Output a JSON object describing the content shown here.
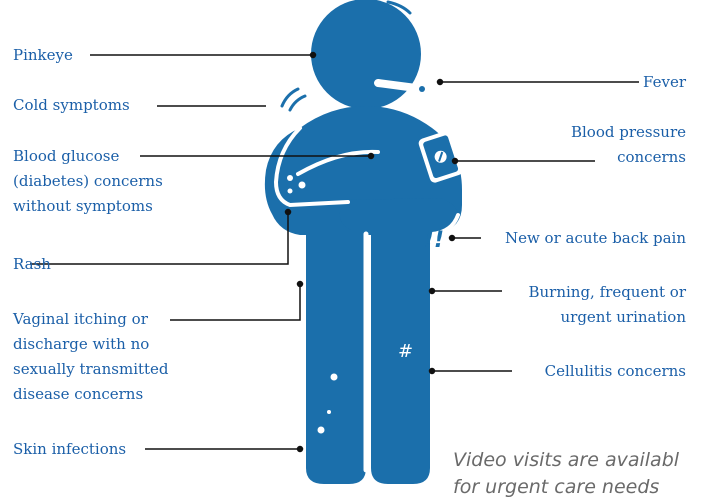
{
  "colors": {
    "figure": "#1b6fab",
    "text": "#1b5fa8",
    "line": "#111111",
    "note": "#6a6a6a"
  },
  "labels": {
    "pinkeye": "Pinkeye",
    "cold": "Cold symptoms",
    "glucose_1": "Blood glucose",
    "glucose_2": "(diabetes) concerns",
    "glucose_3": "without symptoms",
    "rash": "Rash",
    "vaginal_1": "Vaginal itching or",
    "vaginal_2": "discharge with no",
    "vaginal_3": "sexually transmitted",
    "vaginal_4": "disease concerns",
    "skin": "Skin infections",
    "fever": "Fever",
    "bp_1": "Blood pressure",
    "bp_2": "concerns",
    "back": "New or acute back pain",
    "urination_1": "Burning, frequent or",
    "urination_2": "urgent urination",
    "cellulitis": "Cellulitis concerns"
  },
  "note": {
    "line1": "Video visits are availabl",
    "line2": "for urgent care needs"
  },
  "marks": {
    "exclaim": "!!",
    "hash": "#"
  }
}
